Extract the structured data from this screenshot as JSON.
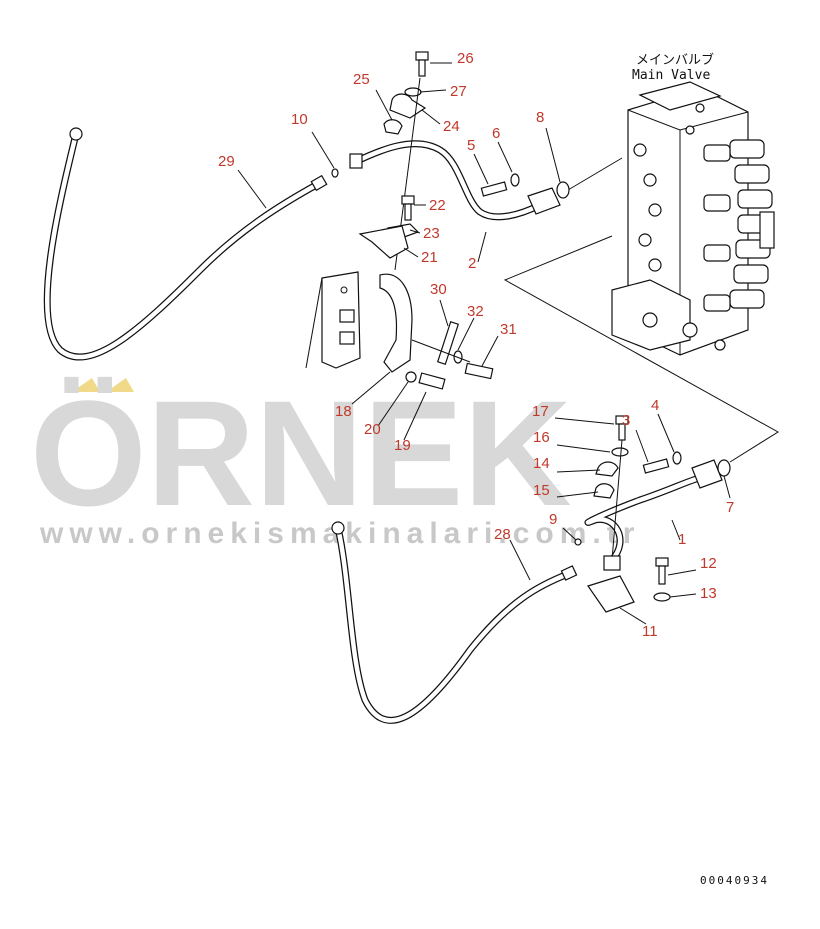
{
  "title": {
    "japanese": "メインバルブ",
    "english": "Main Valve"
  },
  "watermark": {
    "brand": "ÖRNEK",
    "url": "www.ornekismakinalari.com.tr",
    "color": "#d8d8d8"
  },
  "drawing_code": "00040934",
  "colors": {
    "label": "#c0392b",
    "line": "#111111"
  },
  "labels": [
    {
      "id": "26",
      "text": "26"
    },
    {
      "id": "27",
      "text": "27"
    },
    {
      "id": "25",
      "text": "25"
    },
    {
      "id": "24",
      "text": "24"
    },
    {
      "id": "10",
      "text": "10"
    },
    {
      "id": "8",
      "text": "8"
    },
    {
      "id": "5",
      "text": "5"
    },
    {
      "id": "6",
      "text": "6"
    },
    {
      "id": "29",
      "text": "29"
    },
    {
      "id": "22",
      "text": "22"
    },
    {
      "id": "23",
      "text": "23"
    },
    {
      "id": "21",
      "text": "21"
    },
    {
      "id": "2",
      "text": "2"
    },
    {
      "id": "30",
      "text": "30"
    },
    {
      "id": "32",
      "text": "32"
    },
    {
      "id": "31",
      "text": "31"
    },
    {
      "id": "18",
      "text": "18"
    },
    {
      "id": "20",
      "text": "20"
    },
    {
      "id": "19",
      "text": "19"
    },
    {
      "id": "17",
      "text": "17"
    },
    {
      "id": "3",
      "text": "3"
    },
    {
      "id": "4",
      "text": "4"
    },
    {
      "id": "16",
      "text": "16"
    },
    {
      "id": "14",
      "text": "14"
    },
    {
      "id": "15",
      "text": "15"
    },
    {
      "id": "7",
      "text": "7"
    },
    {
      "id": "9",
      "text": "9"
    },
    {
      "id": "28",
      "text": "28"
    },
    {
      "id": "1",
      "text": "1"
    },
    {
      "id": "12",
      "text": "12"
    },
    {
      "id": "13",
      "text": "13"
    },
    {
      "id": "11",
      "text": "11"
    }
  ]
}
